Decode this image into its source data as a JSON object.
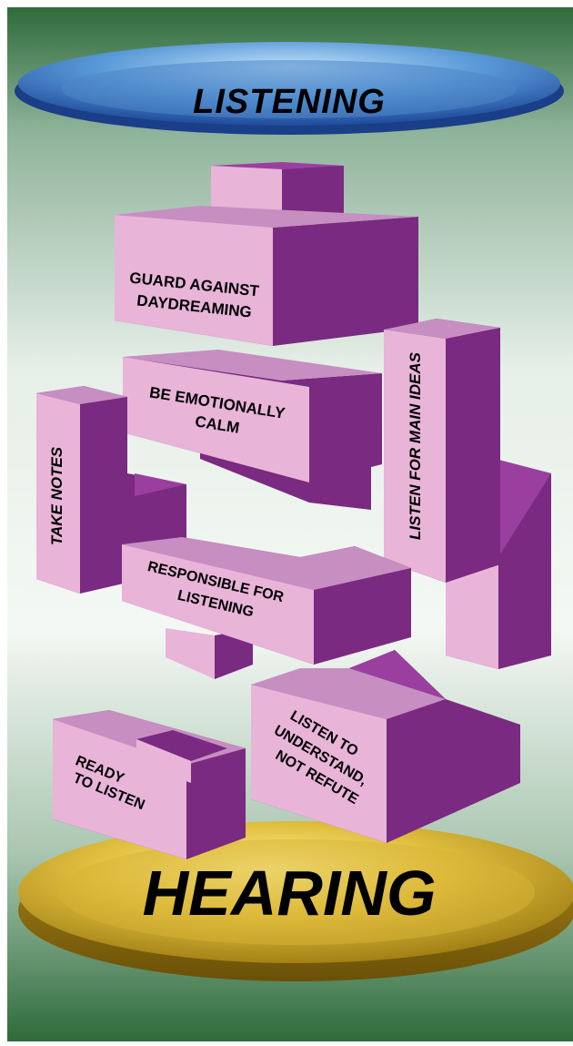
{
  "title": "LISTENING",
  "base": "HEARING",
  "blocks": {
    "daydreaming": "GUARD AGAINST DAYDREAMING",
    "daydreaming_l1": "GUARD AGAINST",
    "daydreaming_l2": "DAYDREAMING",
    "calm_l1": "BE EMOTIONALLY",
    "calm_l2": "CALM",
    "notes": "TAKE NOTES",
    "main_ideas": "LISTEN FOR MAIN IDEAS",
    "responsible_l1": "RESPONSIBLE FOR",
    "responsible_l2": "LISTENING",
    "ready_l1": "READY",
    "ready_l2": "TO LISTEN",
    "understand_l1": "LISTEN TO",
    "understand_l2": "UNDERSTAND,",
    "understand_l3": "NOT REFUTE"
  },
  "colors": {
    "block_front": "#E8B4D8",
    "block_side": "#7A2A80",
    "block_top": "#9A3FA0",
    "top_disc": "#3E6FC0",
    "base_disc": "#C8A020",
    "bg_top": "#2E6B3A",
    "bg_mid": "#DCE8DE"
  }
}
